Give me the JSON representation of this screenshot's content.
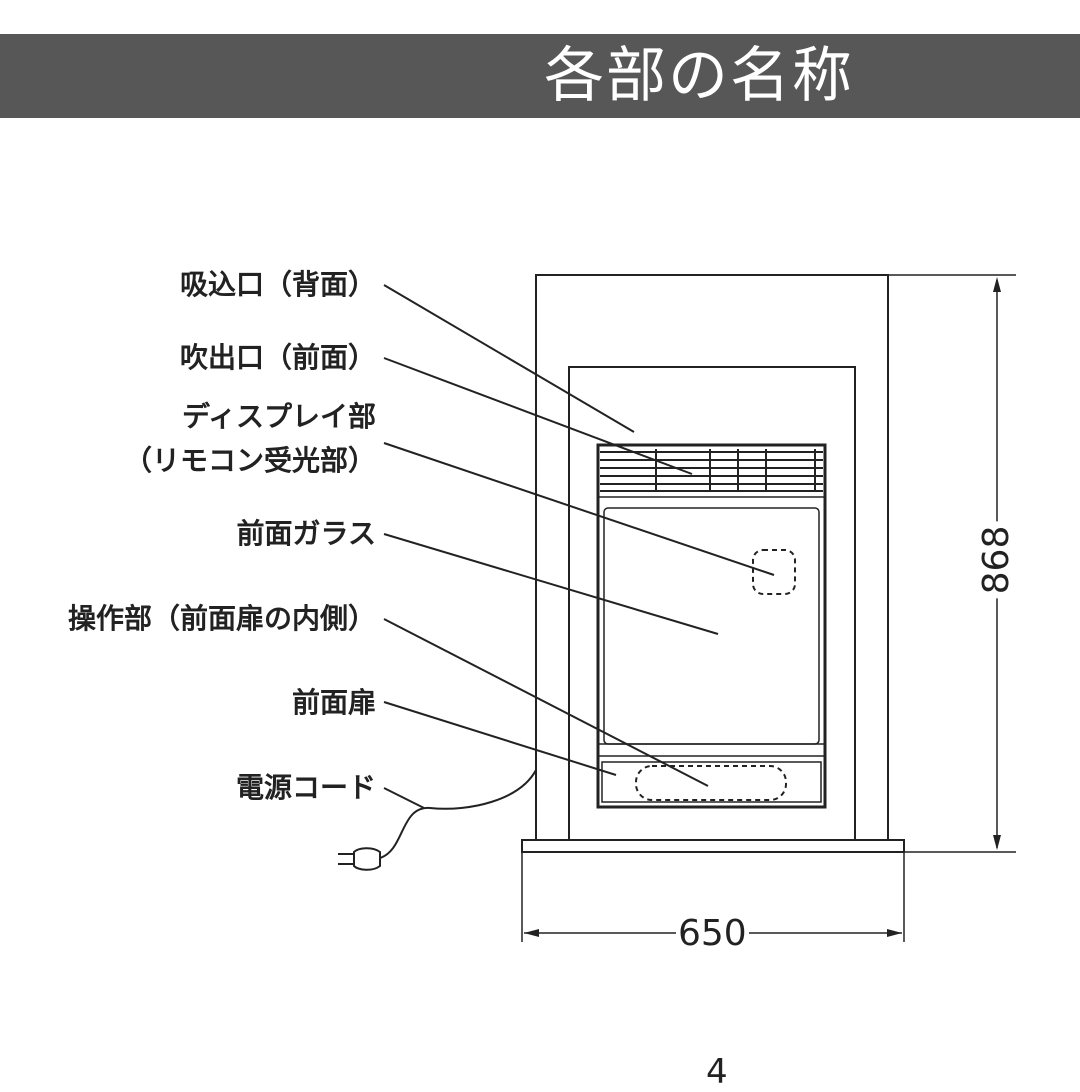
{
  "header": {
    "title": "各部の名称"
  },
  "labels": {
    "intake": "吸込口（背面）",
    "outlet": "吹出口（前面）",
    "display_line1": "ディスプレイ部",
    "display_line2": "（リモコン受光部）",
    "glass": "前面ガラス",
    "controls": "操作部（前面扉の内側）",
    "door": "前面扉",
    "cord": "電源コード"
  },
  "dimensions": {
    "width": "650",
    "height": "868"
  },
  "footer": {
    "page_number": "4"
  },
  "colors": {
    "header_bg": "#575757",
    "line": "#222222"
  }
}
